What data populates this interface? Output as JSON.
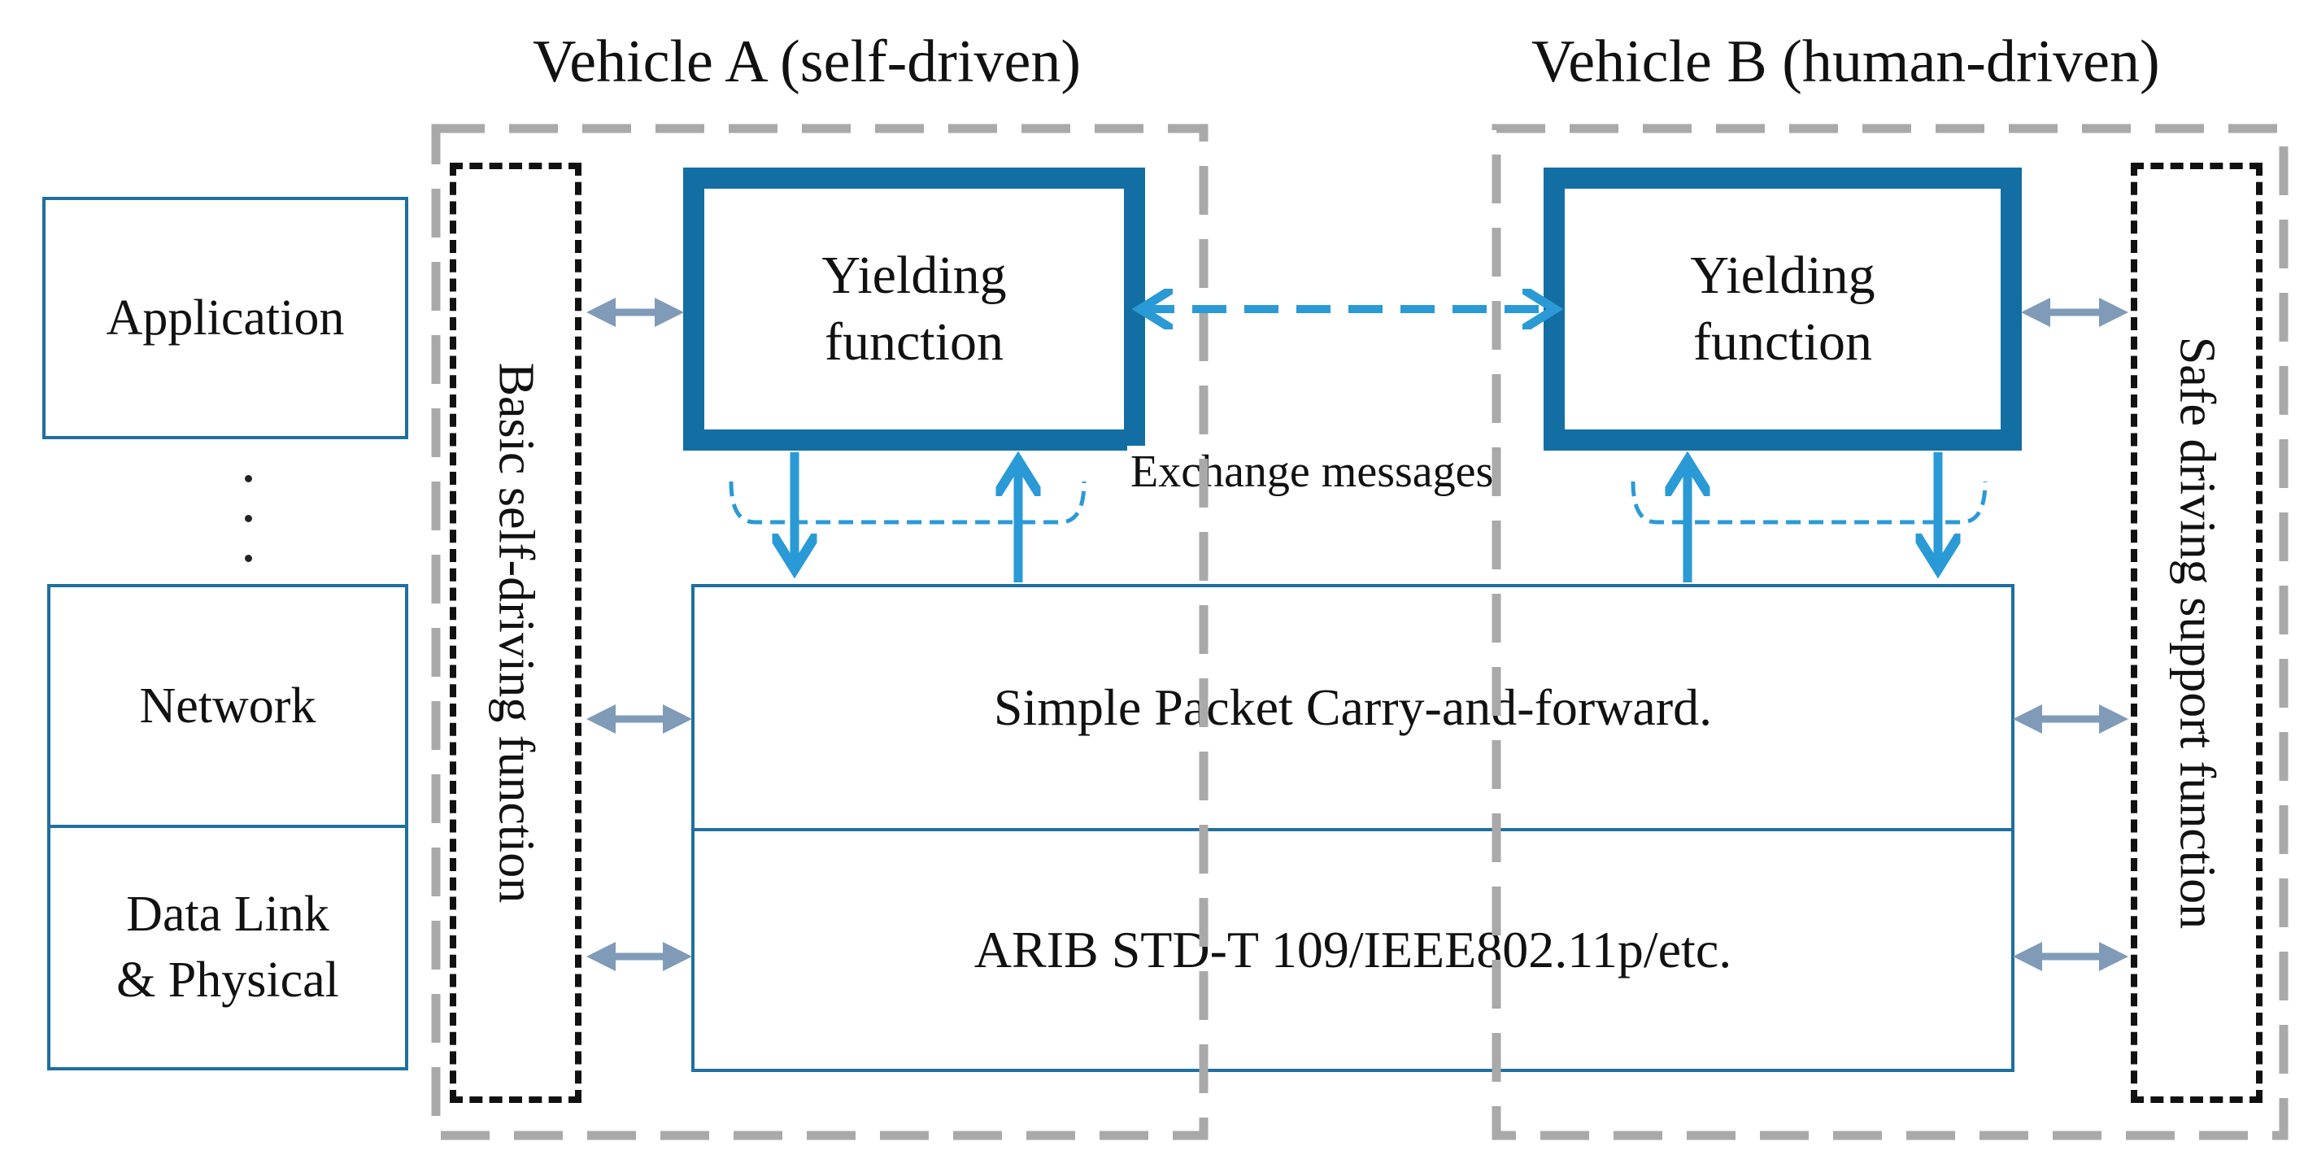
{
  "layers": {
    "application": "Application",
    "network": "Network",
    "datalink_line1": "Data Link",
    "datalink_line2": "& Physical"
  },
  "vehicle_a": {
    "title": "Vehicle A (self-driven)",
    "side_function": "Basic self-driving function",
    "yield_line1": "Yielding",
    "yield_line2": "function"
  },
  "vehicle_b": {
    "title": "Vehicle B (human-driven)",
    "side_function": "Safe driving support function",
    "yield_line1": "Yielding",
    "yield_line2": "function"
  },
  "exchange_label": "Exchange messages",
  "network_layer_text": "Simple  Packet Carry-and-forward.",
  "datalink_layer_text": "ARIB STD-T 109/IEEE802.11p/etc.",
  "colors": {
    "yield_border": "#136fa3",
    "layer_border": "#1f6fa0",
    "bright_arrow": "#2a9ad6",
    "gray_arrow": "#7f9bb8",
    "vehicle_dash": "#a9a9a9"
  }
}
